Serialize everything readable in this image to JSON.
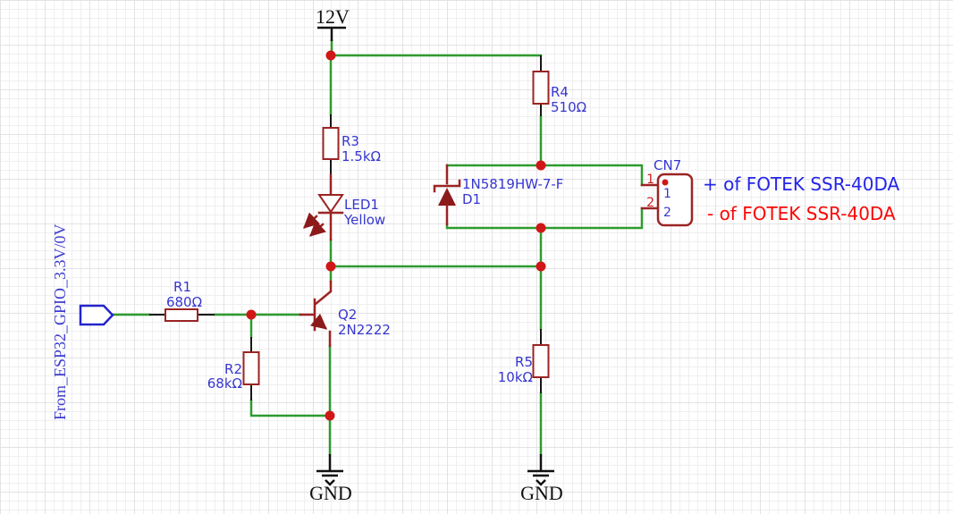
{
  "schematic": {
    "power": {
      "v12_label": "12V",
      "gnd_left_label": "GND",
      "gnd_right_label": "GND"
    },
    "net_label": "From_ESP32_GPIO_3.3V/0V",
    "components": {
      "r1": {
        "ref": "R1",
        "value": "680Ω"
      },
      "r2": {
        "ref": "R2",
        "value": "68kΩ"
      },
      "r3": {
        "ref": "R3",
        "value": "1.5kΩ"
      },
      "r4": {
        "ref": "R4",
        "value": "510Ω"
      },
      "r5": {
        "ref": "R5",
        "value": "10kΩ"
      },
      "led1": {
        "ref": "LED1",
        "value": "Yellow"
      },
      "d1": {
        "ref": "D1",
        "value": "1N5819HW-7-F"
      },
      "q2": {
        "ref": "Q2",
        "value": "2N2222"
      },
      "cn7": {
        "ref": "CN7",
        "pin1_number": "1",
        "pin2_number": "2",
        "pin1_name": "1",
        "pin2_name": "2"
      }
    },
    "annotations": {
      "ssr_plus": "+ of FOTEK SSR-40DA",
      "ssr_minus": "- of FOTEK SSR-40DA"
    },
    "colors": {
      "wire_green": "#2e9b2e",
      "component_dark_red": "#9b2423",
      "label_blue": "#3636cf",
      "junction_red": "#cf1717",
      "annotation_blue": "#2424e8",
      "annotation_red": "#fb0606",
      "text_black": "#111111",
      "grid_line": "#efeff1"
    }
  }
}
